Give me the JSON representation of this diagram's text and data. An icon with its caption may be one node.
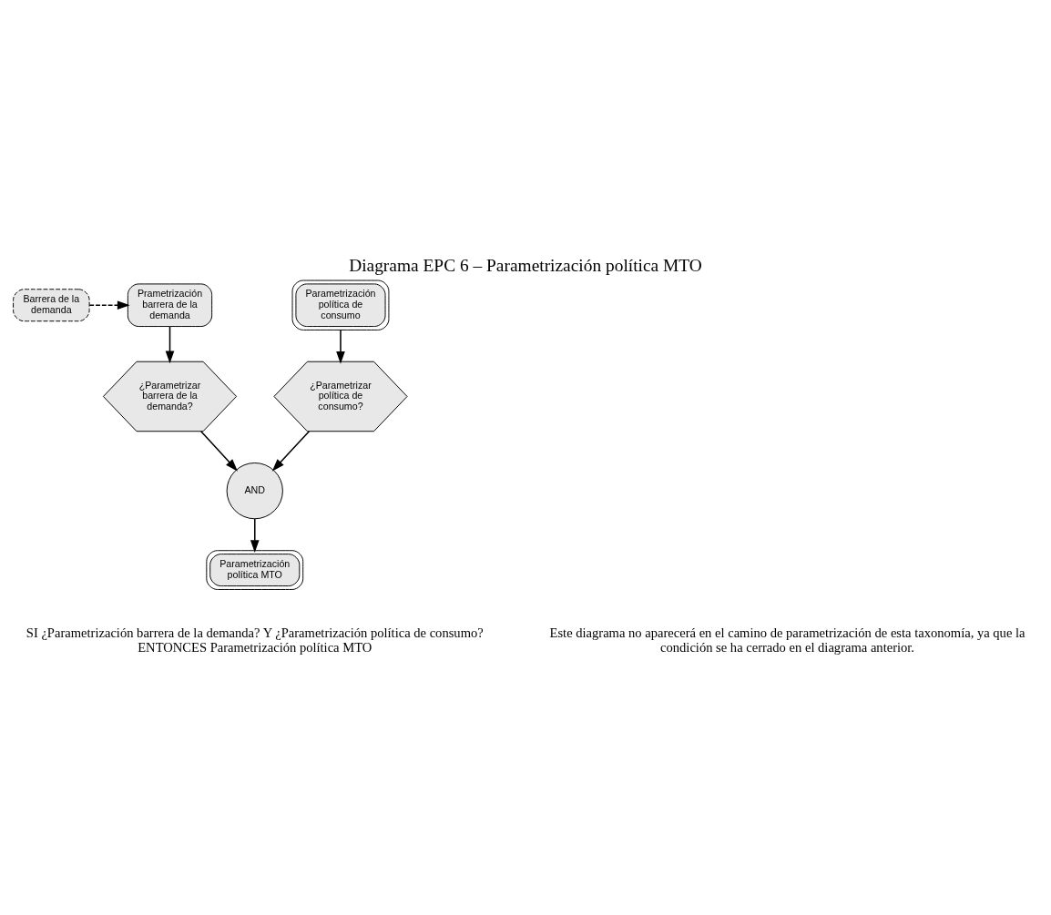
{
  "diagram": {
    "title": "Diagrama EPC 6 – Parametrización política MTO",
    "nodes": [
      {
        "text": [
          "Barrera de la demanda"
        ]
      },
      {
        "text": [
          "Prametrización barrera de la demanda"
        ]
      },
      {
        "text": [
          "Parametrización política de consumo"
        ]
      },
      {
        "text": [
          "¿Parametrizar barrera de la demanda?"
        ]
      },
      {
        "text": [
          "¿Parametrizar política de consumo?"
        ]
      },
      {
        "text": [
          "AND"
        ]
      },
      {
        "text": [
          "Parametrización política MTO"
        ]
      }
    ],
    "edges": [
      {
        "from": 0,
        "to": 1,
        "arrow": "to",
        "style": "dashed"
      },
      {
        "from": 1,
        "to": 3,
        "arrow": "to"
      },
      {
        "from": 2,
        "to": 4,
        "arrow": "to"
      },
      {
        "from": 3,
        "to": 5,
        "arrow": "to"
      },
      {
        "from": 4,
        "to": 5,
        "arrow": "to"
      },
      {
        "from": 5,
        "to": 6,
        "arrow": "to"
      }
    ],
    "labels": [
      "SI ¿Parametrización barrera de la demanda? Y ¿Parametrización política de consumo? ENTONCES Parametrización política MTO",
      "Este diagrama no aparecerá en el camino de parametrización de esta taxonomía, ya que la condición se ha cerrado en el diagrama anterior."
    ]
  }
}
